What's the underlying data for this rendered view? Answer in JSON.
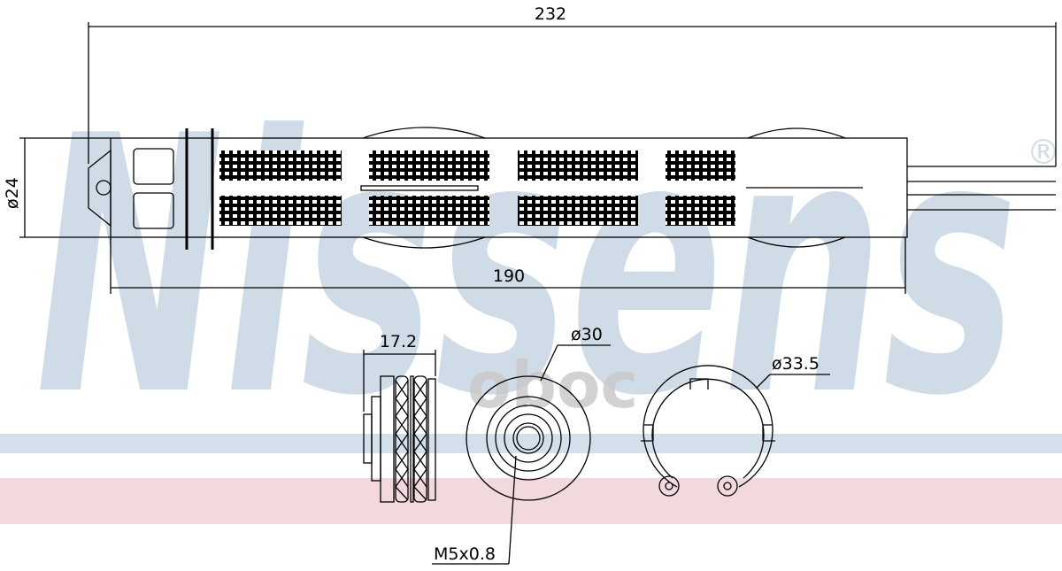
{
  "watermark": {
    "brand": "Nissens",
    "registered": "®",
    "overlay_logo": "oboc"
  },
  "colors": {
    "watermark_blue": "#cfdbe7",
    "band_blue": "#d3dfea",
    "band_pink": "#f2d9de",
    "line": "#000000"
  },
  "dimensions": {
    "overall_length": "232",
    "body_length": "190",
    "body_diameter": "ø24",
    "cap_width": "17.2",
    "cap_diameter": "ø30",
    "ring_diameter": "ø33.5",
    "thread": "M5x0.8"
  }
}
